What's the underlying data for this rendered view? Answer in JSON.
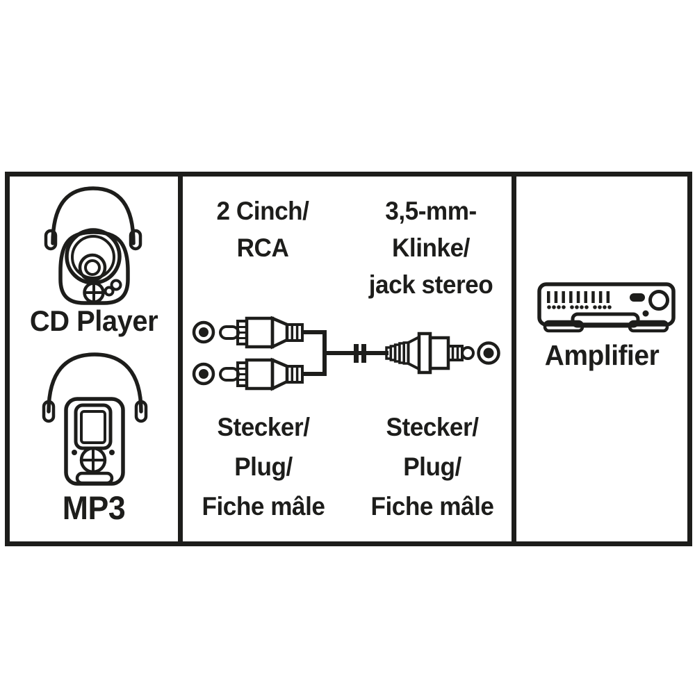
{
  "colors": {
    "ink": "#1d1d1b",
    "background": "#ffffff"
  },
  "panels": {
    "sources": {
      "cd_player": {
        "label": "CD Player",
        "icon": "cd-player-with-headphones-icon"
      },
      "mp3": {
        "label": "MP3",
        "icon": "mp3-player-with-headphones-icon"
      }
    },
    "cable": {
      "left_connector": {
        "type_lines": [
          "2 Cinch/",
          "RCA"
        ],
        "gender_lines": [
          "Stecker/",
          "Plug/",
          "Fiche mâle"
        ]
      },
      "right_connector": {
        "type_lines": [
          "3,5-mm-",
          "Klinke/",
          "jack stereo"
        ],
        "gender_lines": [
          "Stecker/",
          "Plug/",
          "Fiche mâle"
        ]
      }
    },
    "target": {
      "amplifier": {
        "label": "Amplifier",
        "icon": "amplifier-icon"
      }
    }
  }
}
